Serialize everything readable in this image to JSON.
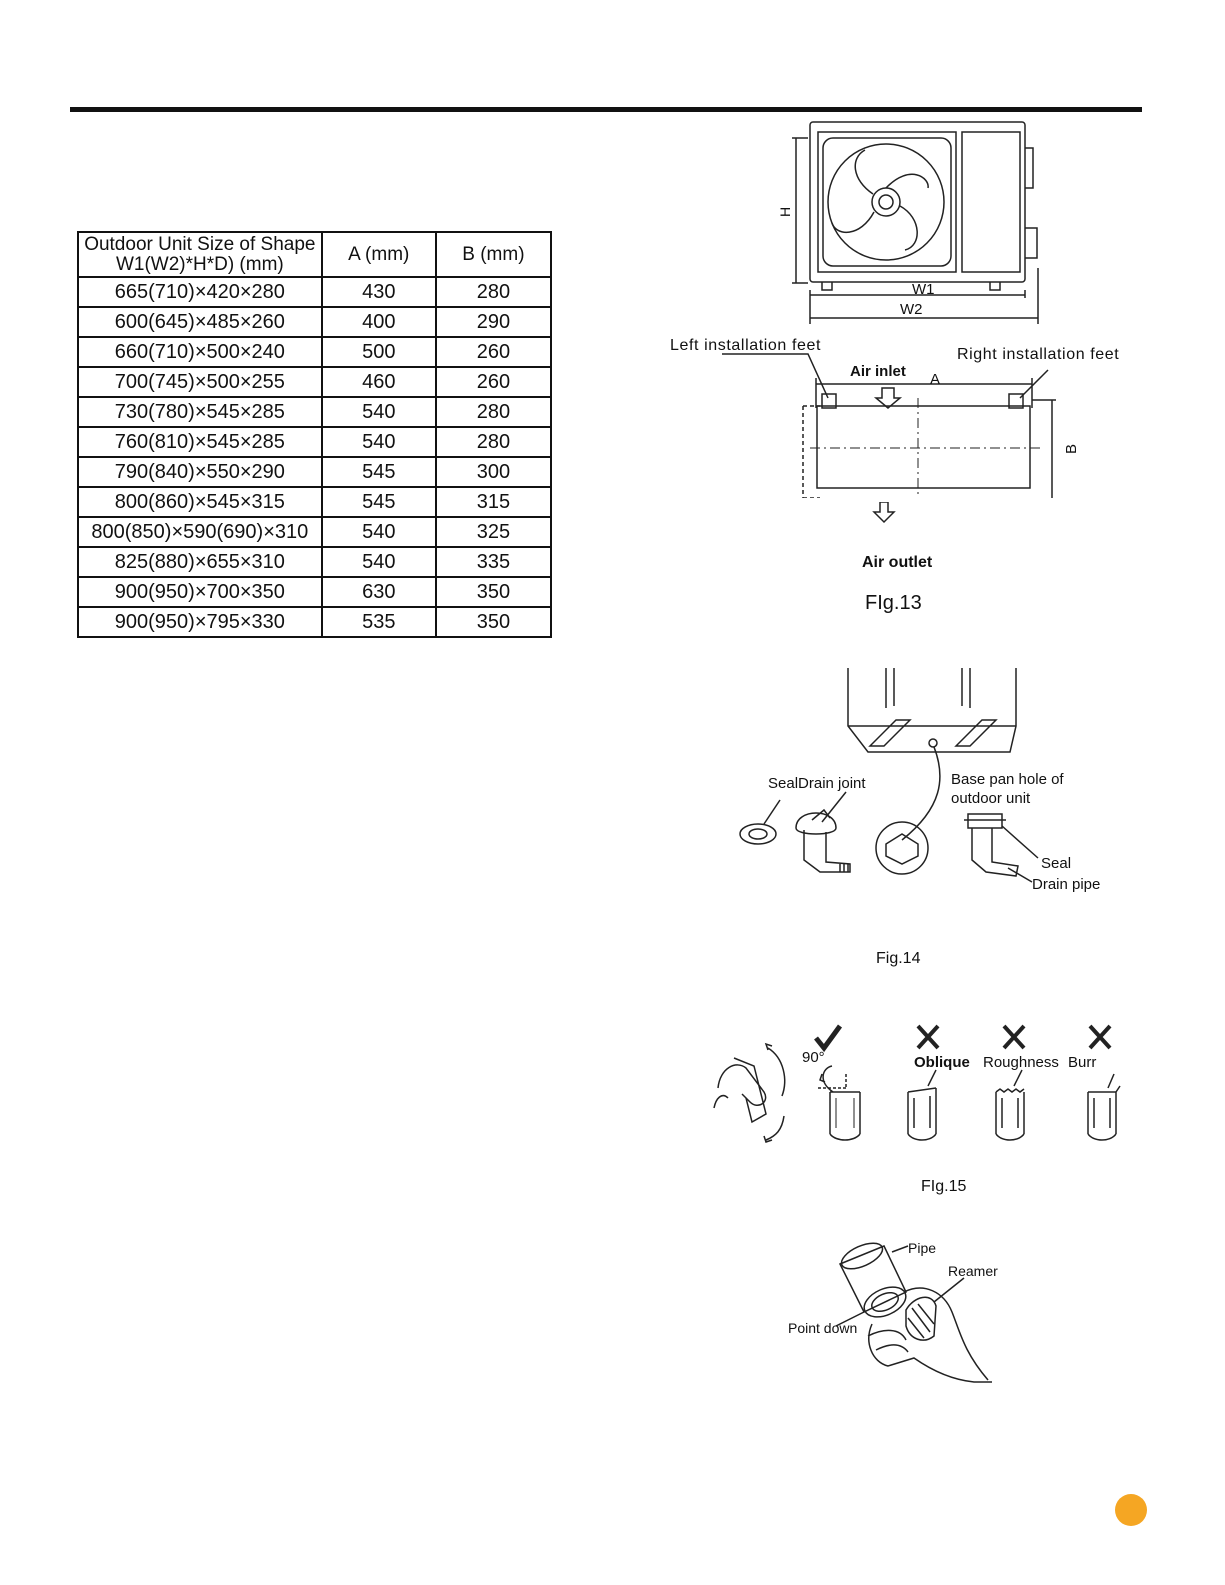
{
  "table": {
    "headers": [
      "Outdoor Unit Size of Shape W1(W2)*H*D) (mm)",
      "A (mm)",
      "B (mm)"
    ],
    "rows": [
      [
        "665(710)×420×280",
        "430",
        "280"
      ],
      [
        "600(645)×485×260",
        "400",
        "290"
      ],
      [
        "660(710)×500×240",
        "500",
        "260"
      ],
      [
        "700(745)×500×255",
        "460",
        "260"
      ],
      [
        "730(780)×545×285",
        "540",
        "280"
      ],
      [
        "760(810)×545×285",
        "540",
        "280"
      ],
      [
        "790(840)×550×290",
        "545",
        "300"
      ],
      [
        "800(860)×545×315",
        "545",
        "315"
      ],
      [
        "800(850)×590(690)×310",
        "540",
        "325"
      ],
      [
        "825(880)×655×310",
        "540",
        "335"
      ],
      [
        "900(950)×700×350",
        "630",
        "350"
      ],
      [
        "900(950)×795×330",
        "535",
        "350"
      ]
    ]
  },
  "fig13": {
    "dim_h": "H",
    "dim_w1": "W1",
    "dim_w2": "W2",
    "left_feet": "Left installation feet",
    "right_feet": "Right installation feet",
    "air_inlet": "Air inlet",
    "dim_a": "A",
    "dim_b": "B",
    "air_outlet": "Air outlet",
    "caption": "FIg.13"
  },
  "fig14": {
    "seal_drain_joint": "SealDrain joint",
    "base_pan_hole_1": "Base pan hole of",
    "base_pan_hole_2": "outdoor unit",
    "seal": "Seal",
    "drain_pipe": "Drain pipe",
    "caption": "Fig.14"
  },
  "fig15": {
    "angle": "90°",
    "oblique": "Oblique",
    "roughness": "Roughness",
    "burr": "Burr",
    "caption": "FIg.15"
  },
  "fig16": {
    "pipe": "Pipe",
    "reamer": "Reamer",
    "point_down": "Point down"
  },
  "colors": {
    "page_dot": "#f5a623",
    "ink": "#111111"
  }
}
